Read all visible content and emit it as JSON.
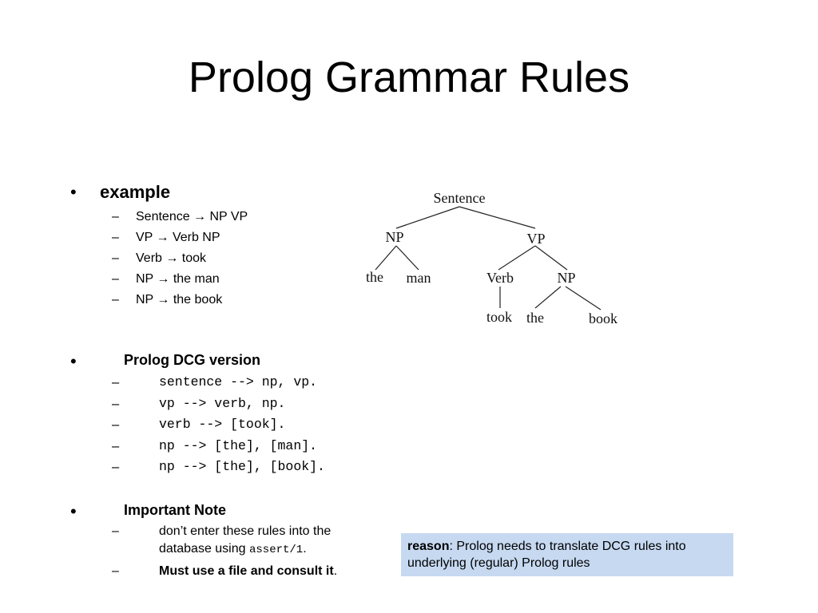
{
  "title": "Prolog Grammar Rules",
  "section1": {
    "bullet": "•",
    "heading": "example",
    "rules": [
      "Sentence → NP VP",
      "VP → Verb NP",
      "Verb → took",
      "NP → the man",
      "NP → the book"
    ]
  },
  "tree": {
    "root": "Sentence",
    "np1": "NP",
    "vp": "VP",
    "the1": "the",
    "man": "man",
    "verb": "Verb",
    "np2": "NP",
    "took": "took",
    "the2": "the",
    "book": "book"
  },
  "section2": {
    "bullet": "•",
    "heading": "Prolog DCG version",
    "code": [
      "sentence --> np, vp.",
      "vp --> verb, np.",
      "verb --> [took].",
      "np --> [the], [man].",
      "np --> [the], [book]."
    ]
  },
  "section3": {
    "bullet": "•",
    "heading": "Important Note",
    "note1_text": "don’t enter these rules into the database using ",
    "note1_code": "assert/1",
    "note1_end": ".",
    "note2_bold": "Must use a file and consult it",
    "note2_end": "."
  },
  "reason_box": {
    "label": "reason",
    "text": ": Prolog needs to translate DCG rules into underlying (regular) Prolog rules"
  },
  "dash": "–"
}
